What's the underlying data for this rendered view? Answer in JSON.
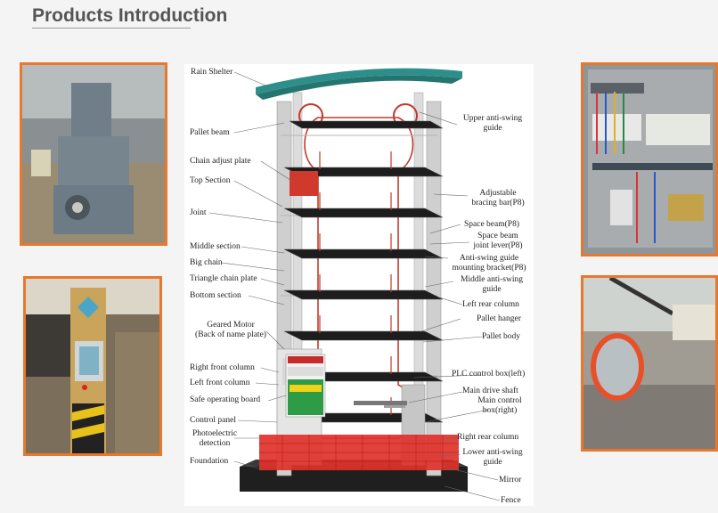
{
  "title": "Products Introduction",
  "labels": {
    "rain_shelter": "Rain Shelter",
    "pallet_beam": "Pallet beam",
    "chain_adjust_plate": "Chain adjust plate",
    "top_section": "Top Section",
    "joint": "Joint",
    "middle_section": "Middle section",
    "big_chain": "Big chain",
    "triangle_chain_plate": "Triangle chain plate",
    "bottom_section": "Bottom section",
    "geared_motor_1": "Geared Motor",
    "geared_motor_2": "(Back of name plate)",
    "right_front_column": "Right front column",
    "left_front_column": "Left front column",
    "safe_operating_board": "Safe operating board",
    "control_panel": "Control panel",
    "photoelectric_1": "Photoelectric",
    "photoelectric_2": "detection",
    "foundation": "Foundation",
    "upper_anti_swing_1": "Upper anti-swing",
    "upper_anti_swing_2": "guide",
    "adjustable_bracing_1": "Adjustable",
    "adjustable_bracing_2": "bracing bar(P8)",
    "space_beam": "Space beam(P8)",
    "space_beam_joint_1": "Space beam",
    "space_beam_joint_2": "joint lever(P8)",
    "anti_swing_bracket_1": "Anti-swing guide",
    "anti_swing_bracket_2": "mounting bracket(P8)",
    "middle_anti_swing_1": "Middle anti-swing",
    "middle_anti_swing_2": "guide",
    "left_rear_column": "Left rear column",
    "pallet_hanger": "Pallet hanger",
    "pallet_body": "Pallet body",
    "plc_control_box": "PLC control box(left)",
    "main_drive_shaft": "Main drive shaft",
    "main_control_box_1": "Main control",
    "main_control_box_2": "box(right)",
    "right_rear_column": "Right rear column",
    "lower_anti_swing_1": "Lower anti-swing",
    "lower_anti_swing_2": "guide",
    "mirror": "Mirror",
    "fence": "Fence"
  },
  "colors": {
    "photo_border": "#e8782e",
    "roof": "#2e8f8a",
    "fence": "#e0322a",
    "frame": "#c9c9c9"
  }
}
